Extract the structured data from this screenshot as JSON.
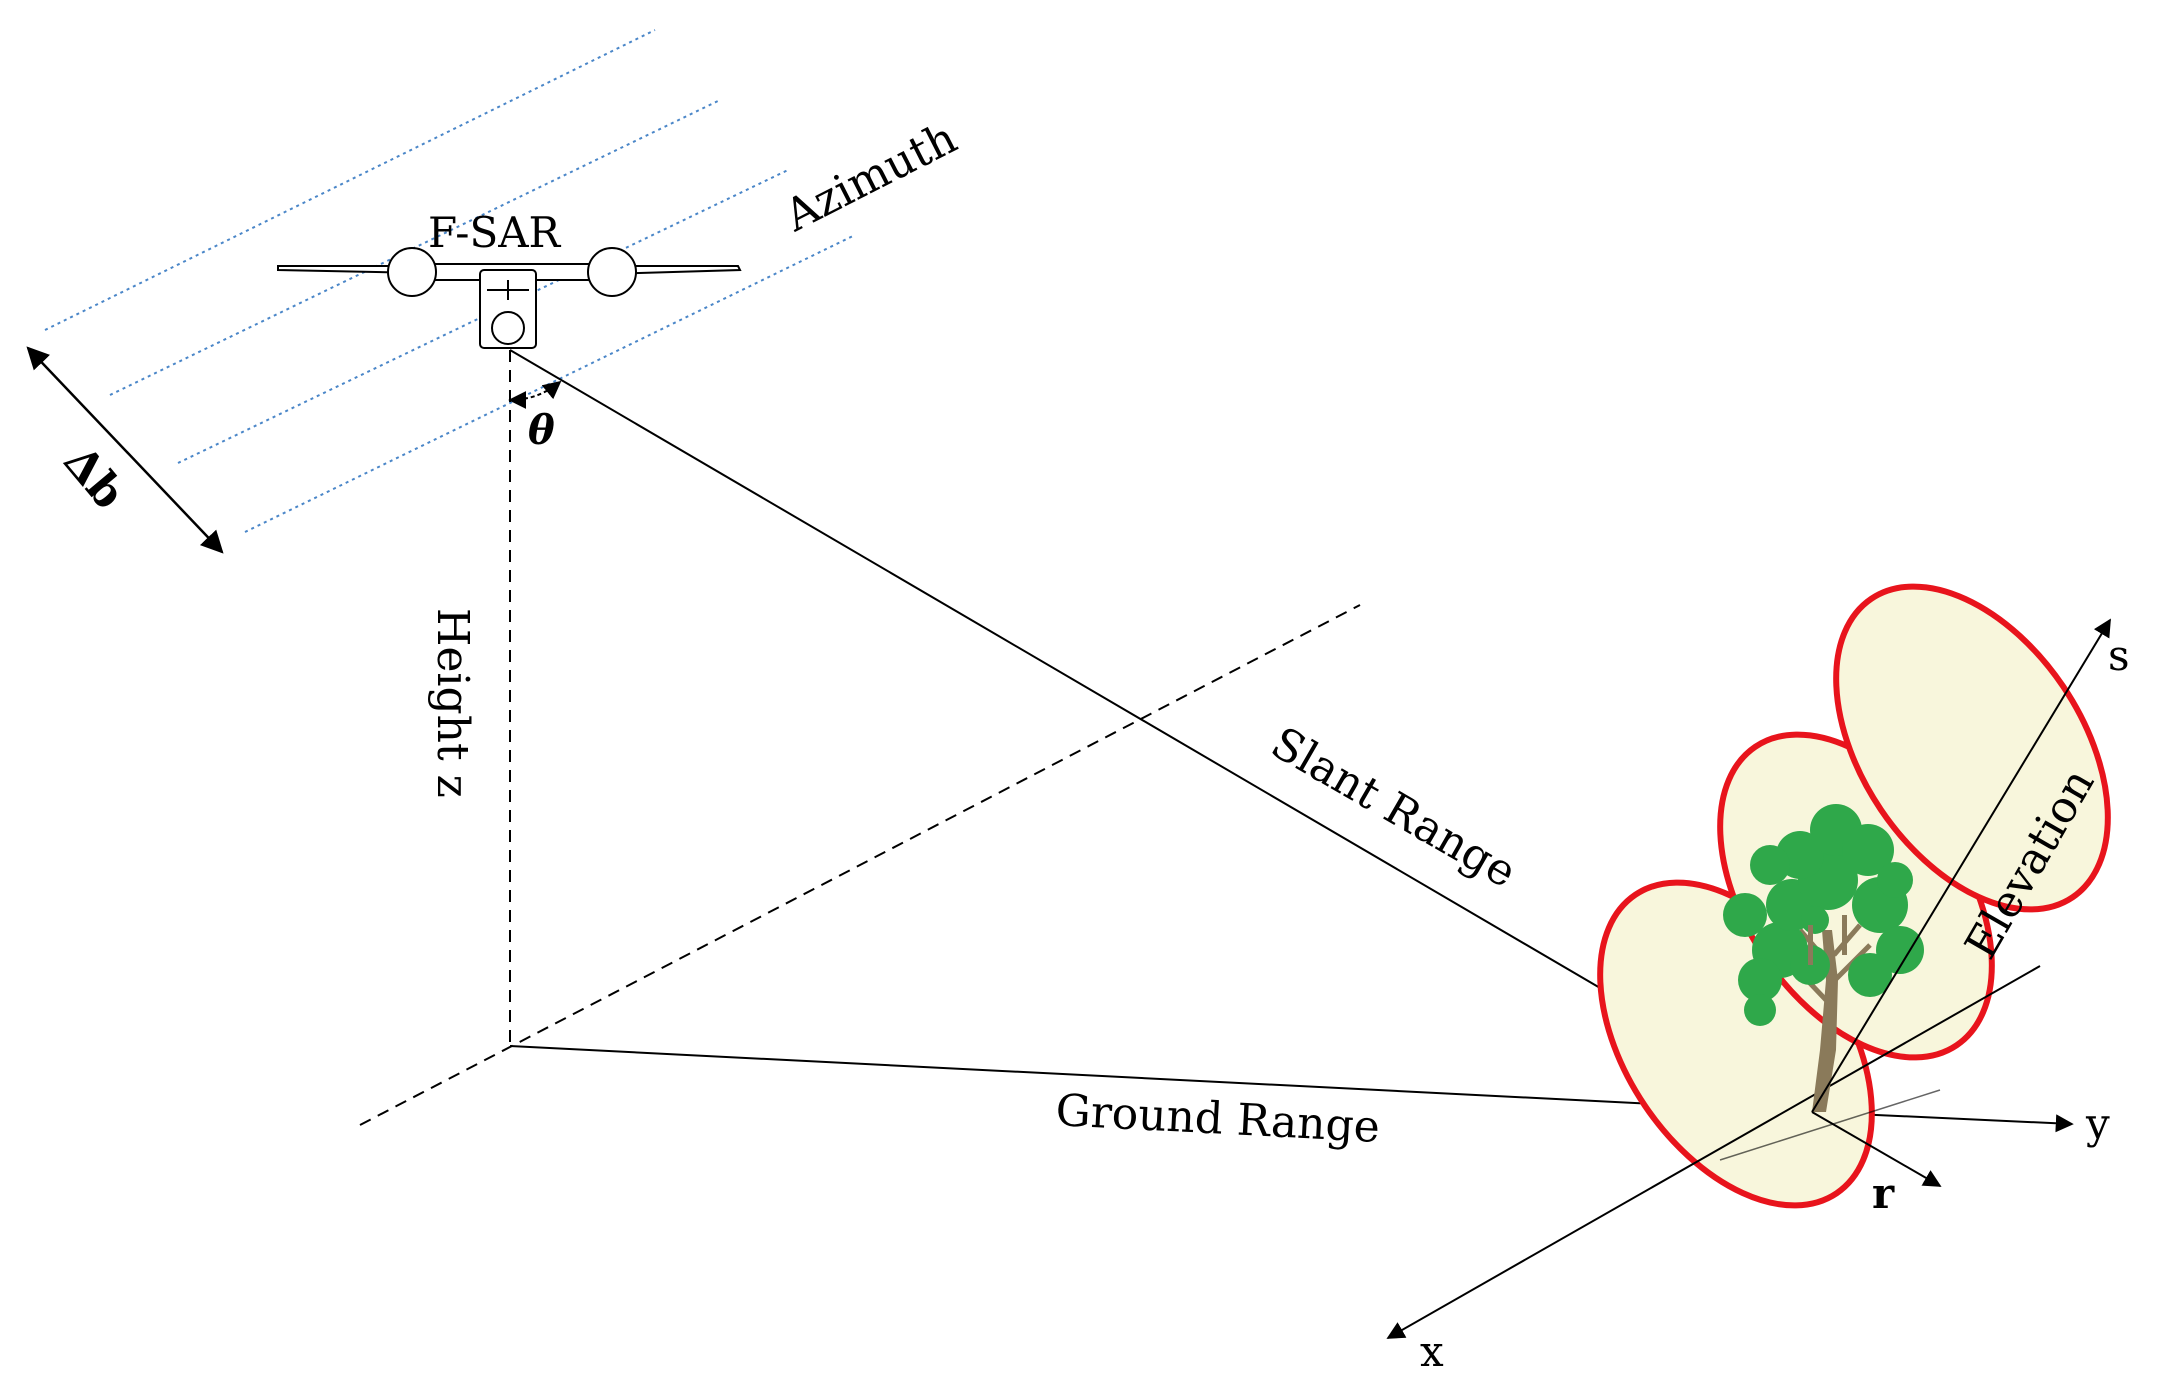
{
  "labels": {
    "sensor": "F-SAR",
    "azimuth": "Azimuth",
    "baseline": "Δb",
    "angle": "θ",
    "height": "Height z",
    "slant_range": "Slant Range",
    "ground_range": "Ground Range",
    "elevation": "Elevation",
    "axis_x": "x",
    "axis_y": "y",
    "axis_r": "r",
    "axis_s": "s"
  },
  "colors": {
    "flight_tracks": "#4a86c8",
    "resolution_cells": "#e8141c",
    "cell_fill": "#f8f6dc",
    "tree_foliage": "#2fa84a",
    "tree_trunk": "#8a7a5a",
    "lines": "#000000"
  },
  "icons": {
    "sensor": "aircraft-icon",
    "target": "tree-icon"
  }
}
